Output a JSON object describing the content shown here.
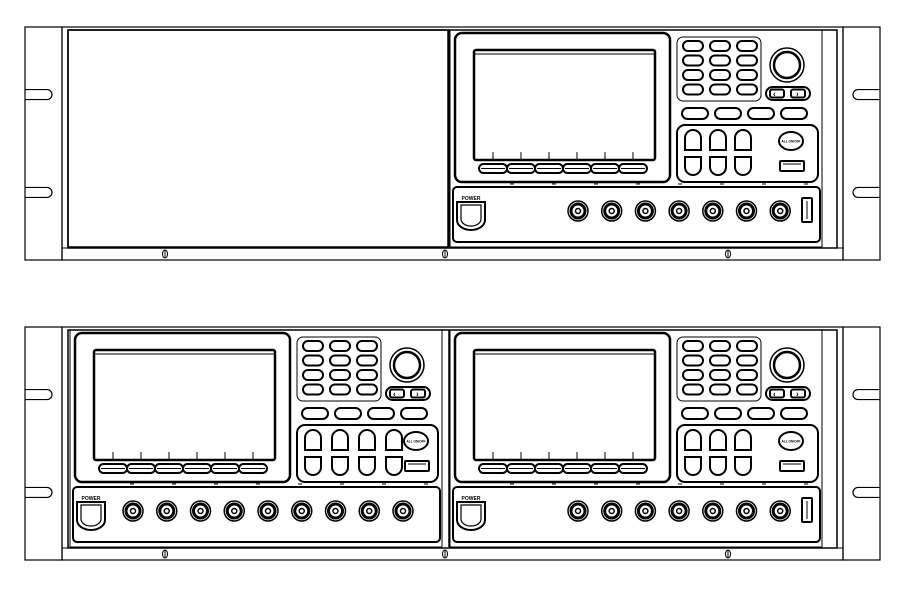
{
  "labels": {
    "power": "POWER",
    "all_on_off": "ALL ON/OFF"
  },
  "racks": [
    {
      "name": "rack-top",
      "units": [
        {
          "type": "blank"
        },
        {
          "type": "instrument",
          "keypad_cols": 3,
          "output_jacks": 7,
          "rear_usb": true
        }
      ]
    },
    {
      "name": "rack-bottom",
      "units": [
        {
          "type": "instrument",
          "keypad_cols": 4,
          "output_jacks": 9,
          "rear_usb": false
        },
        {
          "type": "instrument",
          "keypad_cols": 3,
          "output_jacks": 7,
          "rear_usb": true
        }
      ]
    }
  ],
  "colors": {
    "line": "#000000",
    "background": "#ffffff"
  }
}
